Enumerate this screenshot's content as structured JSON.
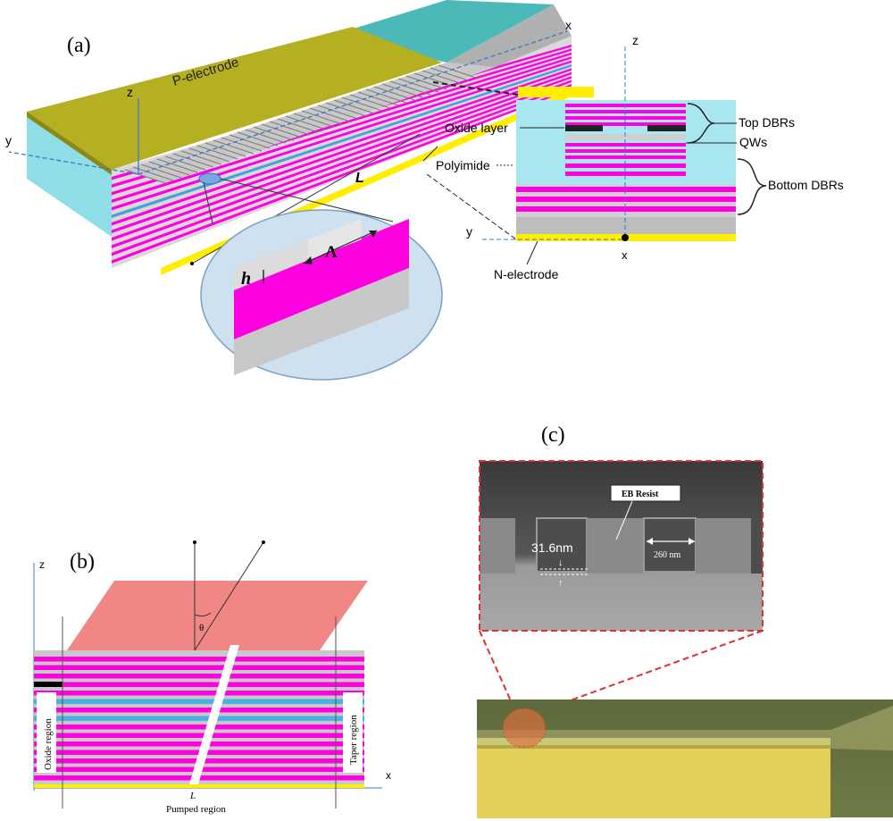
{
  "panels": {
    "a": {
      "label": "(a)",
      "p_electrode": "P-electrode",
      "axis_z": "z",
      "axis_y": "y",
      "axis_x": "x",
      "length": "L",
      "h": "h",
      "lambda": "Λ",
      "cross_section": {
        "axis_z": "z",
        "axis_y": "y",
        "axis_x": "x",
        "oxide_layer": "Oxide layer",
        "polyimide": "Polyimide",
        "top_dbrs": "Top DBRs",
        "qws": "QWs",
        "bottom_dbrs": "Bottom DBRs",
        "n_electrode": "N-electrode"
      }
    },
    "b": {
      "label": "(b)",
      "axis_z": "z",
      "axis_x": "x",
      "theta": "θ",
      "length": "L",
      "oxide_region": "Oxide region",
      "taper_region": "Taper region",
      "pumped_region": "Pumped region"
    },
    "c": {
      "label": "(c)",
      "eb_resist": "EB Resist",
      "depth": "31.6nm",
      "period": "260 nm"
    }
  },
  "colors": {
    "electrode": "#b5b022",
    "dbr": "#ff00e0",
    "polyimide": "#a9e7f0",
    "gold": "#ffee00",
    "beam": "#f07a78"
  }
}
